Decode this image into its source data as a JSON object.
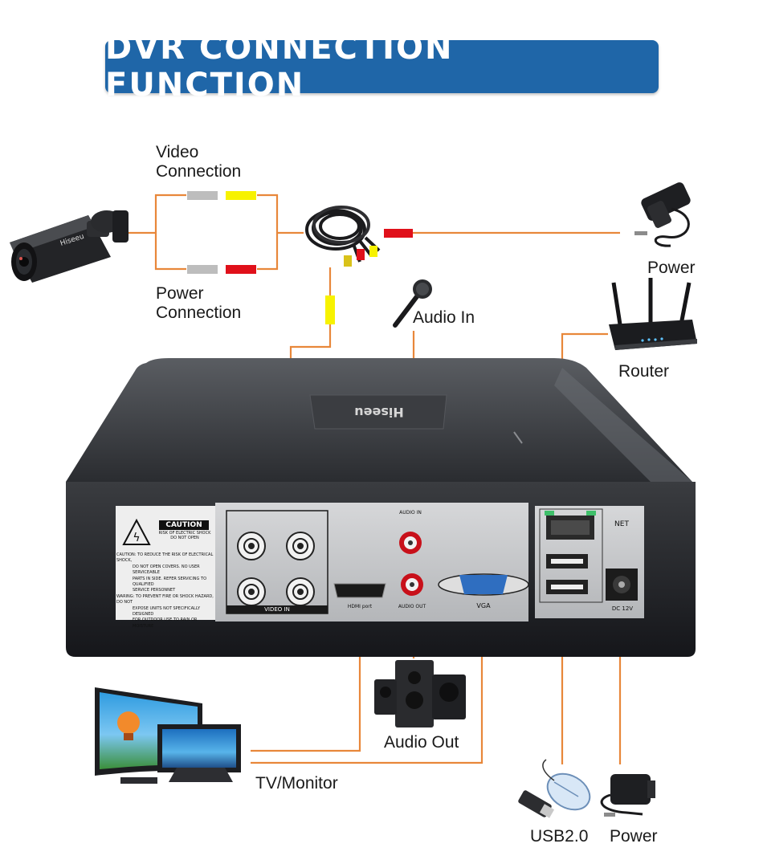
{
  "title": "DVR CONNECTION FUNCTION",
  "labels": {
    "video_connection": "Video\nConnection",
    "power_connection": "Power\nConnection",
    "power_top": "Power",
    "audio_in": "Audio In",
    "router": "Router",
    "audio_out": "Audio Out",
    "tv_monitor": "TV/Monitor",
    "usb": "USB2.0",
    "power_bottom": "Power"
  },
  "dvr_panel": {
    "caution": "CAUTION",
    "caution_sub": "RISK OF ELECTRIC SHOCK\nDO NOT OPEN",
    "warning_lines": [
      "CAUTION: TO REDUCE THE RISK OF ELECTRICAL SHOCK,",
      "DO NOT OPEN COVERS. NO USER SERVICEABLE",
      "PARTS IN SIDE. REFER SERVICING TO QUALIFIED",
      "SERVICE PERSONNET",
      "WARING: TO PREVENT FIRE OR SHOCK HAZARD, DO NOT",
      "EXPOSE UNITS NOT SPECIFICALLY DESIGNED",
      "FOR OUTDOOR USE TO RAIN OR MOISTURE"
    ],
    "video_in": "VIDEO IN",
    "hdmi": "HDMI port",
    "audio_in_port": "AUDIO IN",
    "audio_out_port": "AUDIO OUT",
    "vga": "VGA",
    "net": "NET",
    "dc": "DC 12V"
  },
  "colors": {
    "banner": "#1f66a8",
    "connector_line": "#e8873a",
    "video_plug": "#f7f200",
    "power_plug": "#e0101a",
    "neutral_plug": "#bdbdbd"
  }
}
